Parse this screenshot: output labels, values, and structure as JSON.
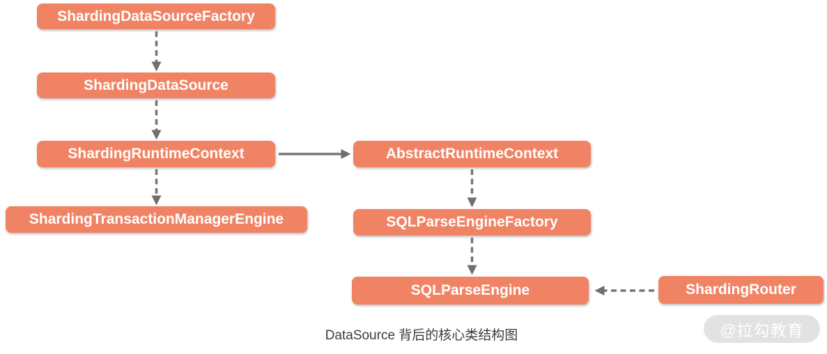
{
  "diagram": {
    "caption": "DataSource 背后的核心类结构图",
    "watermark": "@拉勾教育",
    "colors": {
      "node_fill": "#F08364",
      "node_text": "#FFFFFF",
      "arrow": "#757575",
      "caption_text": "#3B3B3B",
      "watermark_bg": "#E2E2E2",
      "watermark_text": "#FFFFFF"
    },
    "nodes": [
      {
        "id": "sharding-data-source-factory",
        "label": "ShardingDataSourceFactory"
      },
      {
        "id": "sharding-data-source",
        "label": "ShardingDataSource"
      },
      {
        "id": "sharding-runtime-context",
        "label": "ShardingRuntimeContext"
      },
      {
        "id": "sharding-transaction-manager-engine",
        "label": "ShardingTransactionManagerEngine"
      },
      {
        "id": "abstract-runtime-context",
        "label": "AbstractRuntimeContext"
      },
      {
        "id": "sql-parse-engine-factory",
        "label": "SQLParseEngineFactory"
      },
      {
        "id": "sql-parse-engine",
        "label": "SQLParseEngine"
      },
      {
        "id": "sharding-router",
        "label": "ShardingRouter"
      }
    ],
    "edges": [
      {
        "from": "sharding-data-source-factory",
        "to": "sharding-data-source",
        "style": "dashed"
      },
      {
        "from": "sharding-data-source",
        "to": "sharding-runtime-context",
        "style": "dashed"
      },
      {
        "from": "sharding-runtime-context",
        "to": "sharding-transaction-manager-engine",
        "style": "dashed"
      },
      {
        "from": "sharding-runtime-context",
        "to": "abstract-runtime-context",
        "style": "solid"
      },
      {
        "from": "abstract-runtime-context",
        "to": "sql-parse-engine-factory",
        "style": "dashed"
      },
      {
        "from": "sql-parse-engine-factory",
        "to": "sql-parse-engine",
        "style": "dashed"
      },
      {
        "from": "sharding-router",
        "to": "sql-parse-engine",
        "style": "dashed"
      }
    ]
  }
}
